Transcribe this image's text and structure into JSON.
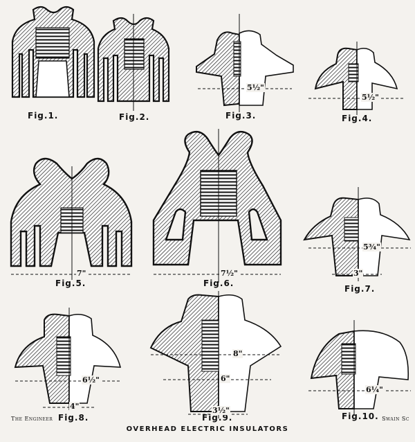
{
  "figures": [
    {
      "label": "Fig.1.",
      "dimension": ""
    },
    {
      "label": "Fig.2.",
      "dimension": ""
    },
    {
      "label": "Fig.3.",
      "dimension": "5½\""
    },
    {
      "label": "Fig.4.",
      "dimension": "5½\""
    },
    {
      "label": "Fig.5.",
      "dimension": "7\""
    },
    {
      "label": "Fig.6.",
      "dimension": "7½\""
    },
    {
      "label": "Fig.7.",
      "dimension": "5¾\""
    },
    {
      "label": "Fig.8.",
      "dimension": "6½\""
    },
    {
      "label": "Fig.9.",
      "dimension": "8\""
    },
    {
      "label": "Fig.10.",
      "dimension": "6¼\""
    }
  ],
  "extra_dimensions": {
    "fig7_base": "3\"",
    "fig8_base": "4\"",
    "fig9_middle": "6\"",
    "fig9_base": "3½\""
  },
  "caption": "OVERHEAD ELECTRIC INSULATORS",
  "credit_left": "The Engineer",
  "credit_right": "Swain Sc"
}
